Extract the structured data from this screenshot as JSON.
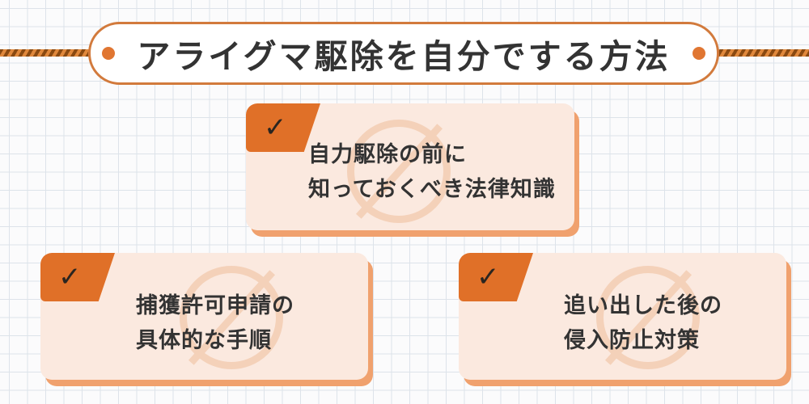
{
  "title": {
    "text": "アライグマ駆除を自分でする方法"
  },
  "cards": [
    {
      "check_icon": "✓",
      "lines": [
        "自力駆除の前に",
        "知っておくべき法律知識"
      ]
    },
    {
      "check_icon": "✓",
      "lines": [
        "捕獲許可申請の",
        "具体的な手順"
      ]
    },
    {
      "check_icon": "✓",
      "lines": [
        "追い出した後の",
        "侵入防止対策"
      ]
    }
  ],
  "colors": {
    "accent_orange": "#e07028",
    "card_background": "#fbe9df",
    "card_shadow": "#f0a16e",
    "title_border": "#d27a3c",
    "text": "#333333",
    "grid_line": "#dde3ea"
  }
}
